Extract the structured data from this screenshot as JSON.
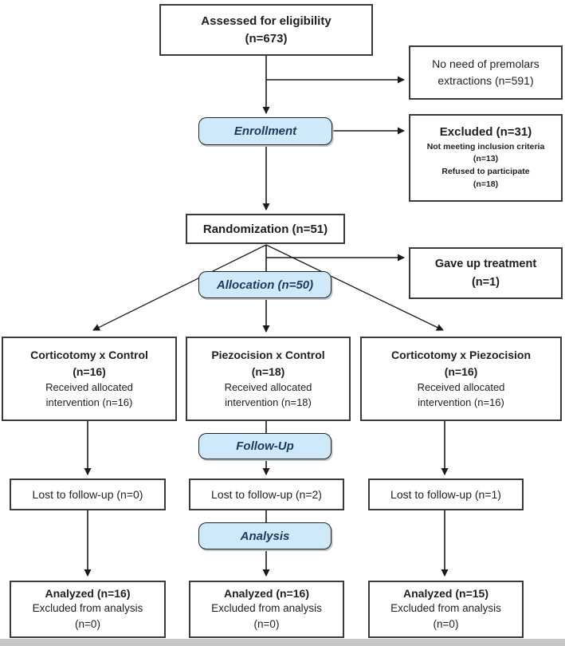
{
  "diagram_type": "consort-flow",
  "colors": {
    "stage_fill": "#cfe9fa",
    "stage_text": "#1b3a5c",
    "box_border": "#3a3a3a",
    "arrow": "#1a1a1a"
  },
  "boxes": {
    "assessed": {
      "line1": "Assessed for eligibility",
      "line2": "(n=673)"
    },
    "no_need": {
      "line1": "No need of premolars",
      "line2": "extractions (n=591)"
    },
    "enrollment": {
      "label": "Enrollment"
    },
    "excluded": {
      "title": "Excluded (n=31)",
      "reasons": [
        {
          "label": "Not meeting inclusion criteria",
          "count": "(n=13)"
        },
        {
          "label": "Refused to participate",
          "count": "(n=18)"
        }
      ]
    },
    "randomization": {
      "label": "Randomization (n=51)"
    },
    "gave_up": {
      "line1": "Gave up treatment",
      "line2": "(n=1)"
    },
    "allocation": {
      "label": "Allocation (n=50)"
    },
    "follow_up": {
      "label": "Follow-Up"
    },
    "analysis": {
      "label": "Analysis"
    }
  },
  "groups": [
    {
      "title": "Corticotomy x Control",
      "n": "(n=16)",
      "sub1": "Received allocated",
      "sub2": "intervention (n=16)"
    },
    {
      "title": "Piezocision x Control",
      "n": "(n=18)",
      "sub1": "Received allocated",
      "sub2": "intervention (n=18)"
    },
    {
      "title": "Corticotomy x Piezocision",
      "n": "(n=16)",
      "sub1": "Received allocated",
      "sub2": "intervention (n=16)"
    }
  ],
  "lost_to_follow_up": [
    "Lost to follow-up (n=0)",
    "Lost to follow-up (n=2)",
    "Lost to follow-up (n=1)"
  ],
  "analyzed": [
    {
      "title": "Analyzed (n=16)",
      "sub1": "Excluded from analysis",
      "sub2": "(n=0)"
    },
    {
      "title": "Analyzed (n=16)",
      "sub1": "Excluded from analysis",
      "sub2": "(n=0)"
    },
    {
      "title": "Analyzed (n=15)",
      "sub1": "Excluded from analysis",
      "sub2": "(n=0)"
    }
  ]
}
